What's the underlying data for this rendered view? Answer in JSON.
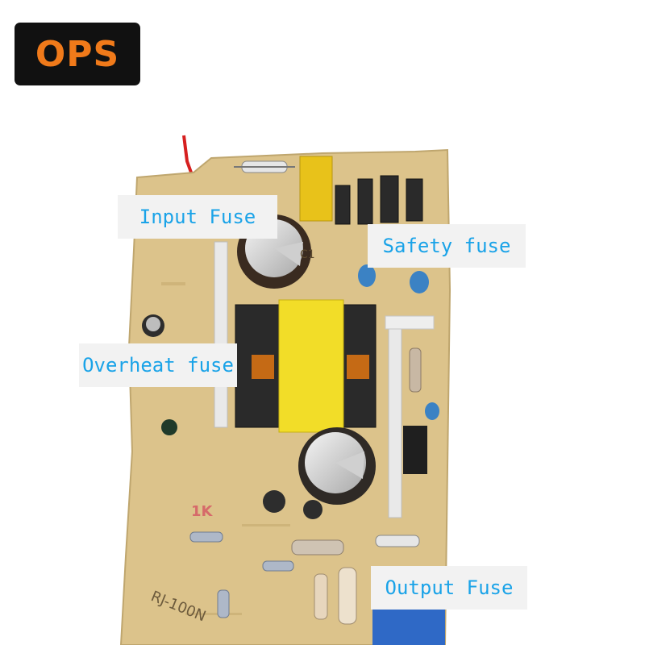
{
  "badge": {
    "text": "OPS",
    "text_color": "#f07a1a",
    "background": "#111111"
  },
  "photo": {
    "subject": "power-supply-circuit-board"
  },
  "callouts": {
    "input_fuse": "Input Fuse",
    "safety_fuse": "Safety fuse",
    "overheat_fuse": "Overheat fuse",
    "output_fuse": "Output Fuse",
    "text_color": "#1aa3e8",
    "background": "#f2f2f2"
  }
}
